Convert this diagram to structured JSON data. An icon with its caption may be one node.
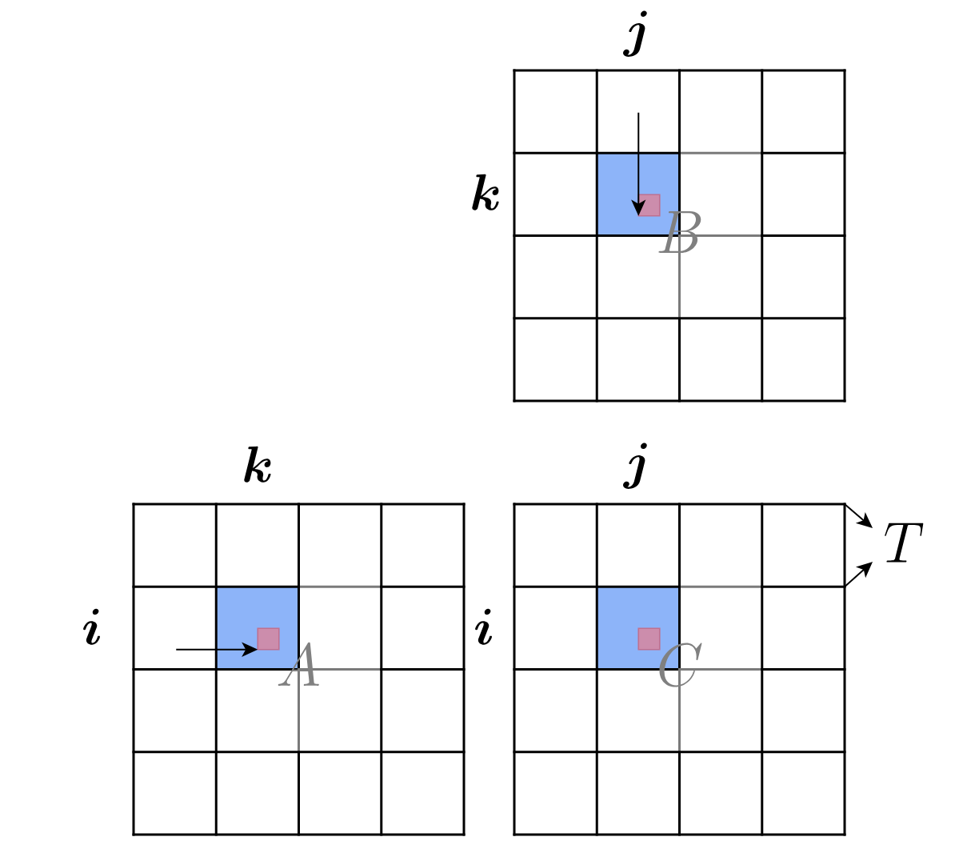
{
  "diagram": {
    "nodes": [
      {
        "text": [],
        "shape": "grid",
        "beside": [
          "j",
          "k"
        ]
      },
      {
        "text": [],
        "shape": "box",
        "in": 0
      },
      {
        "text": [],
        "shape": "box",
        "in": 1
      },
      {
        "text": [],
        "shape": "grid",
        "beside": [
          "k",
          "i"
        ]
      },
      {
        "text": [],
        "shape": "box",
        "in": 3
      },
      {
        "text": [],
        "shape": "box",
        "in": 4
      },
      {
        "text": [],
        "shape": "grid",
        "beside": [
          "j",
          "i"
        ]
      },
      {
        "text": [],
        "shape": "box",
        "in": 6
      },
      {
        "text": [],
        "shape": "box",
        "in": 7
      },
      {
        "text": [
          "T"
        ]
      }
    ],
    "edges": [
      {
        "from": null,
        "to": 2,
        "arrow": "to"
      },
      {
        "from": null,
        "to": 5,
        "arrow": "to"
      },
      {
        "from": 6,
        "to": 9,
        "arrow": "to"
      },
      {
        "from": 6,
        "to": 9,
        "arrow": "to"
      }
    ],
    "labels": [
      "B",
      "A",
      "C"
    ]
  }
}
